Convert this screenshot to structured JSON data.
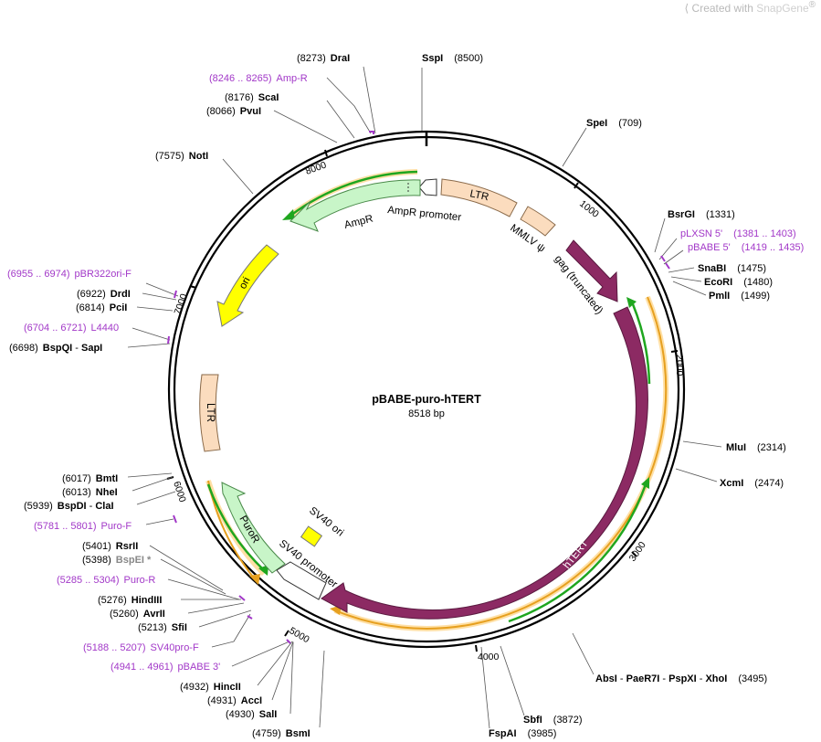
{
  "brand": {
    "prefix": "Created with ",
    "name": "SnapGene",
    "mark": "®"
  },
  "plasmid": {
    "name": "pBABE-puro-hTERT",
    "size": "8518 bp"
  },
  "colors": {
    "hTERT": "#8c2a63",
    "AmpR": "#c8f5c8",
    "ori": "#ffff00",
    "LTR": "#fbdcbe",
    "primer": "#a238c8",
    "orf_green": "#1fa61f",
    "orf_orange": "#ffa500"
  },
  "ticks": [
    "1000",
    "2000",
    "3000",
    "4000",
    "5000",
    "6000",
    "7000",
    "8000"
  ],
  "features": {
    "LTR_top": "LTR",
    "LTR_left": "LTR",
    "MMLV": "MMLV ψ",
    "gag": "gag (truncated)",
    "AmpR": "AmpR",
    "AmpR_promoter": "AmpR promoter",
    "ori": "ori",
    "hTERT": "hTERT",
    "PuroR": "PuroR",
    "SV40_promoter": "SV40 promoter",
    "SV40_ori": "SV40 ori"
  },
  "sites": {
    "SspI": {
      "pos": "(8500)",
      "name": "SspI"
    },
    "DraI": {
      "pos": "(8273)",
      "name": "DraI"
    },
    "AmpR_primer": {
      "range": "(8246 .. 8265)",
      "name": "Amp-R"
    },
    "ScaI": {
      "pos": "(8176)",
      "name": "ScaI"
    },
    "PvuI": {
      "pos": "(8066)",
      "name": "PvuI"
    },
    "NotI": {
      "pos": "(7575)",
      "name": "NotI"
    },
    "SpeI": {
      "pos": "(709)",
      "name": "SpeI"
    },
    "BsrGI": {
      "pos": "(1331)",
      "name": "BsrGI"
    },
    "pLXSN5": {
      "range": "(1381 .. 1403)",
      "name": "pLXSN 5'"
    },
    "pBABE5": {
      "range": "(1419 .. 1435)",
      "name": "pBABE 5'"
    },
    "SnaBI": {
      "pos": "(1475)",
      "name": "SnaBI"
    },
    "EcoRI": {
      "pos": "(1480)",
      "name": "EcoRI"
    },
    "PmlI": {
      "pos": "(1499)",
      "name": "PmlI"
    },
    "pBR322ori": {
      "range": "(6955 .. 6974)",
      "name": "pBR322ori-F"
    },
    "DrdI": {
      "pos": "(6922)",
      "name": "DrdI"
    },
    "PciI": {
      "pos": "(6814)",
      "name": "PciI"
    },
    "L4440": {
      "range": "(6704 .. 6721)",
      "name": "L4440"
    },
    "BspQI": {
      "pos": "(6698)",
      "name": "BspQI",
      "sep": " - ",
      "name2": "SapI"
    },
    "MluI": {
      "pos": "(2314)",
      "name": "MluI"
    },
    "XcmI": {
      "pos": "(2474)",
      "name": "XcmI"
    },
    "BmtI": {
      "pos": "(6017)",
      "name": "BmtI"
    },
    "NheI": {
      "pos": "(6013)",
      "name": "NheI"
    },
    "BspDI": {
      "pos": "(5939)",
      "name": "BspDI",
      "sep": " - ",
      "name2": "ClaI"
    },
    "PuroF": {
      "range": "(5781 .. 5801)",
      "name": "Puro-F"
    },
    "RsrII": {
      "pos": "(5401)",
      "name": "RsrII"
    },
    "BspEI": {
      "pos": "(5398)",
      "name": "BspEI",
      "star": " *"
    },
    "PuroR_primer": {
      "range": "(5285 .. 5304)",
      "name": "Puro-R"
    },
    "HindIII": {
      "pos": "(5276)",
      "name": "HindIII"
    },
    "AvrII": {
      "pos": "(5260)",
      "name": "AvrII"
    },
    "SfiI": {
      "pos": "(5213)",
      "name": "SfiI"
    },
    "SV40proF": {
      "range": "(5188 .. 5207)",
      "name": "SV40pro-F"
    },
    "pBABE3": {
      "range": "(4941 .. 4961)",
      "name": "pBABE 3'"
    },
    "HincII": {
      "pos": "(4932)",
      "name": "HincII"
    },
    "AccI": {
      "pos": "(4931)",
      "name": "AccI"
    },
    "SalI": {
      "pos": "(4930)",
      "name": "SalI"
    },
    "BsmI": {
      "pos": "(4759)",
      "name": "BsmI"
    },
    "AbsI": {
      "name": "AbsI",
      "sep1": " - ",
      "name2": "PaeR7I",
      "sep2": " - ",
      "name3": "PspXI",
      "sep3": " - ",
      "name4": "XhoI",
      "pos": "(3495)"
    },
    "SbfI": {
      "name": "SbfI",
      "pos": "(3872)"
    },
    "FspAI": {
      "name": "FspAI",
      "pos": "(3985)"
    }
  }
}
